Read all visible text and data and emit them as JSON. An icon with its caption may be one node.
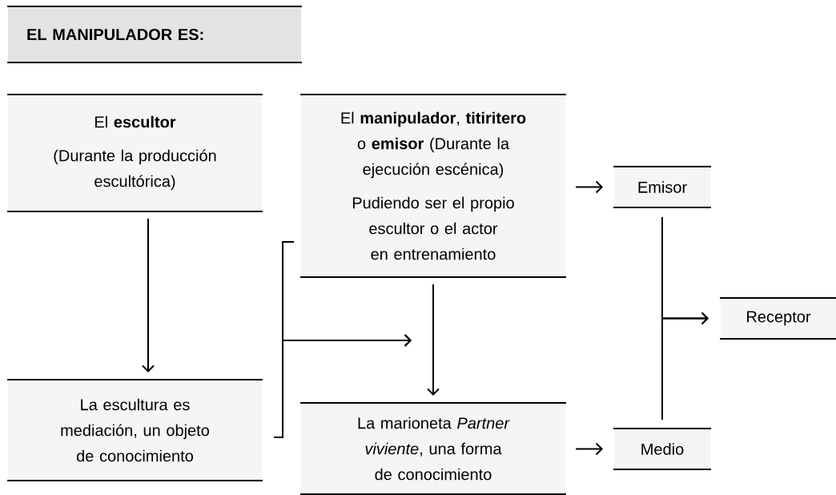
{
  "diagram": {
    "title": "EL MANIPULADOR ES:",
    "nodes": [
      {
        "text": [
          "El **escultor**",
          "(Durante la producción escultórica)"
        ]
      },
      {
        "text": [
          "El **manipulador**, **titiritero** o **emisor** (Durante la ejecución escénica)",
          "Pudiendo ser el propio escultor o el actor en entrenamiento"
        ]
      },
      {
        "text": [
          "Emisor"
        ]
      },
      {
        "text": [
          "Receptor"
        ]
      },
      {
        "text": [
          "La escultura es mediación, un objeto de conocimiento"
        ]
      },
      {
        "text": [
          "La marioneta *Partner viviente*, una forma de conocimiento"
        ]
      },
      {
        "text": [
          "Medio"
        ]
      }
    ],
    "edges": [
      {
        "from": 0,
        "to": 4,
        "arrow": "to"
      },
      {
        "from": 1,
        "to": 5,
        "arrow": "to"
      },
      {
        "from": 1,
        "to": 2,
        "arrow": "to"
      },
      {
        "from": 5,
        "to": 6,
        "arrow": "to"
      },
      {
        "from": 1,
        "to": null,
        "arrow": "to"
      },
      {
        "from": 4,
        "to": null,
        "arrow": "to"
      },
      {
        "from": 2,
        "to": 3,
        "arrow": "to"
      },
      {
        "from": 6,
        "to": 3,
        "arrow": "to"
      }
    ]
  }
}
